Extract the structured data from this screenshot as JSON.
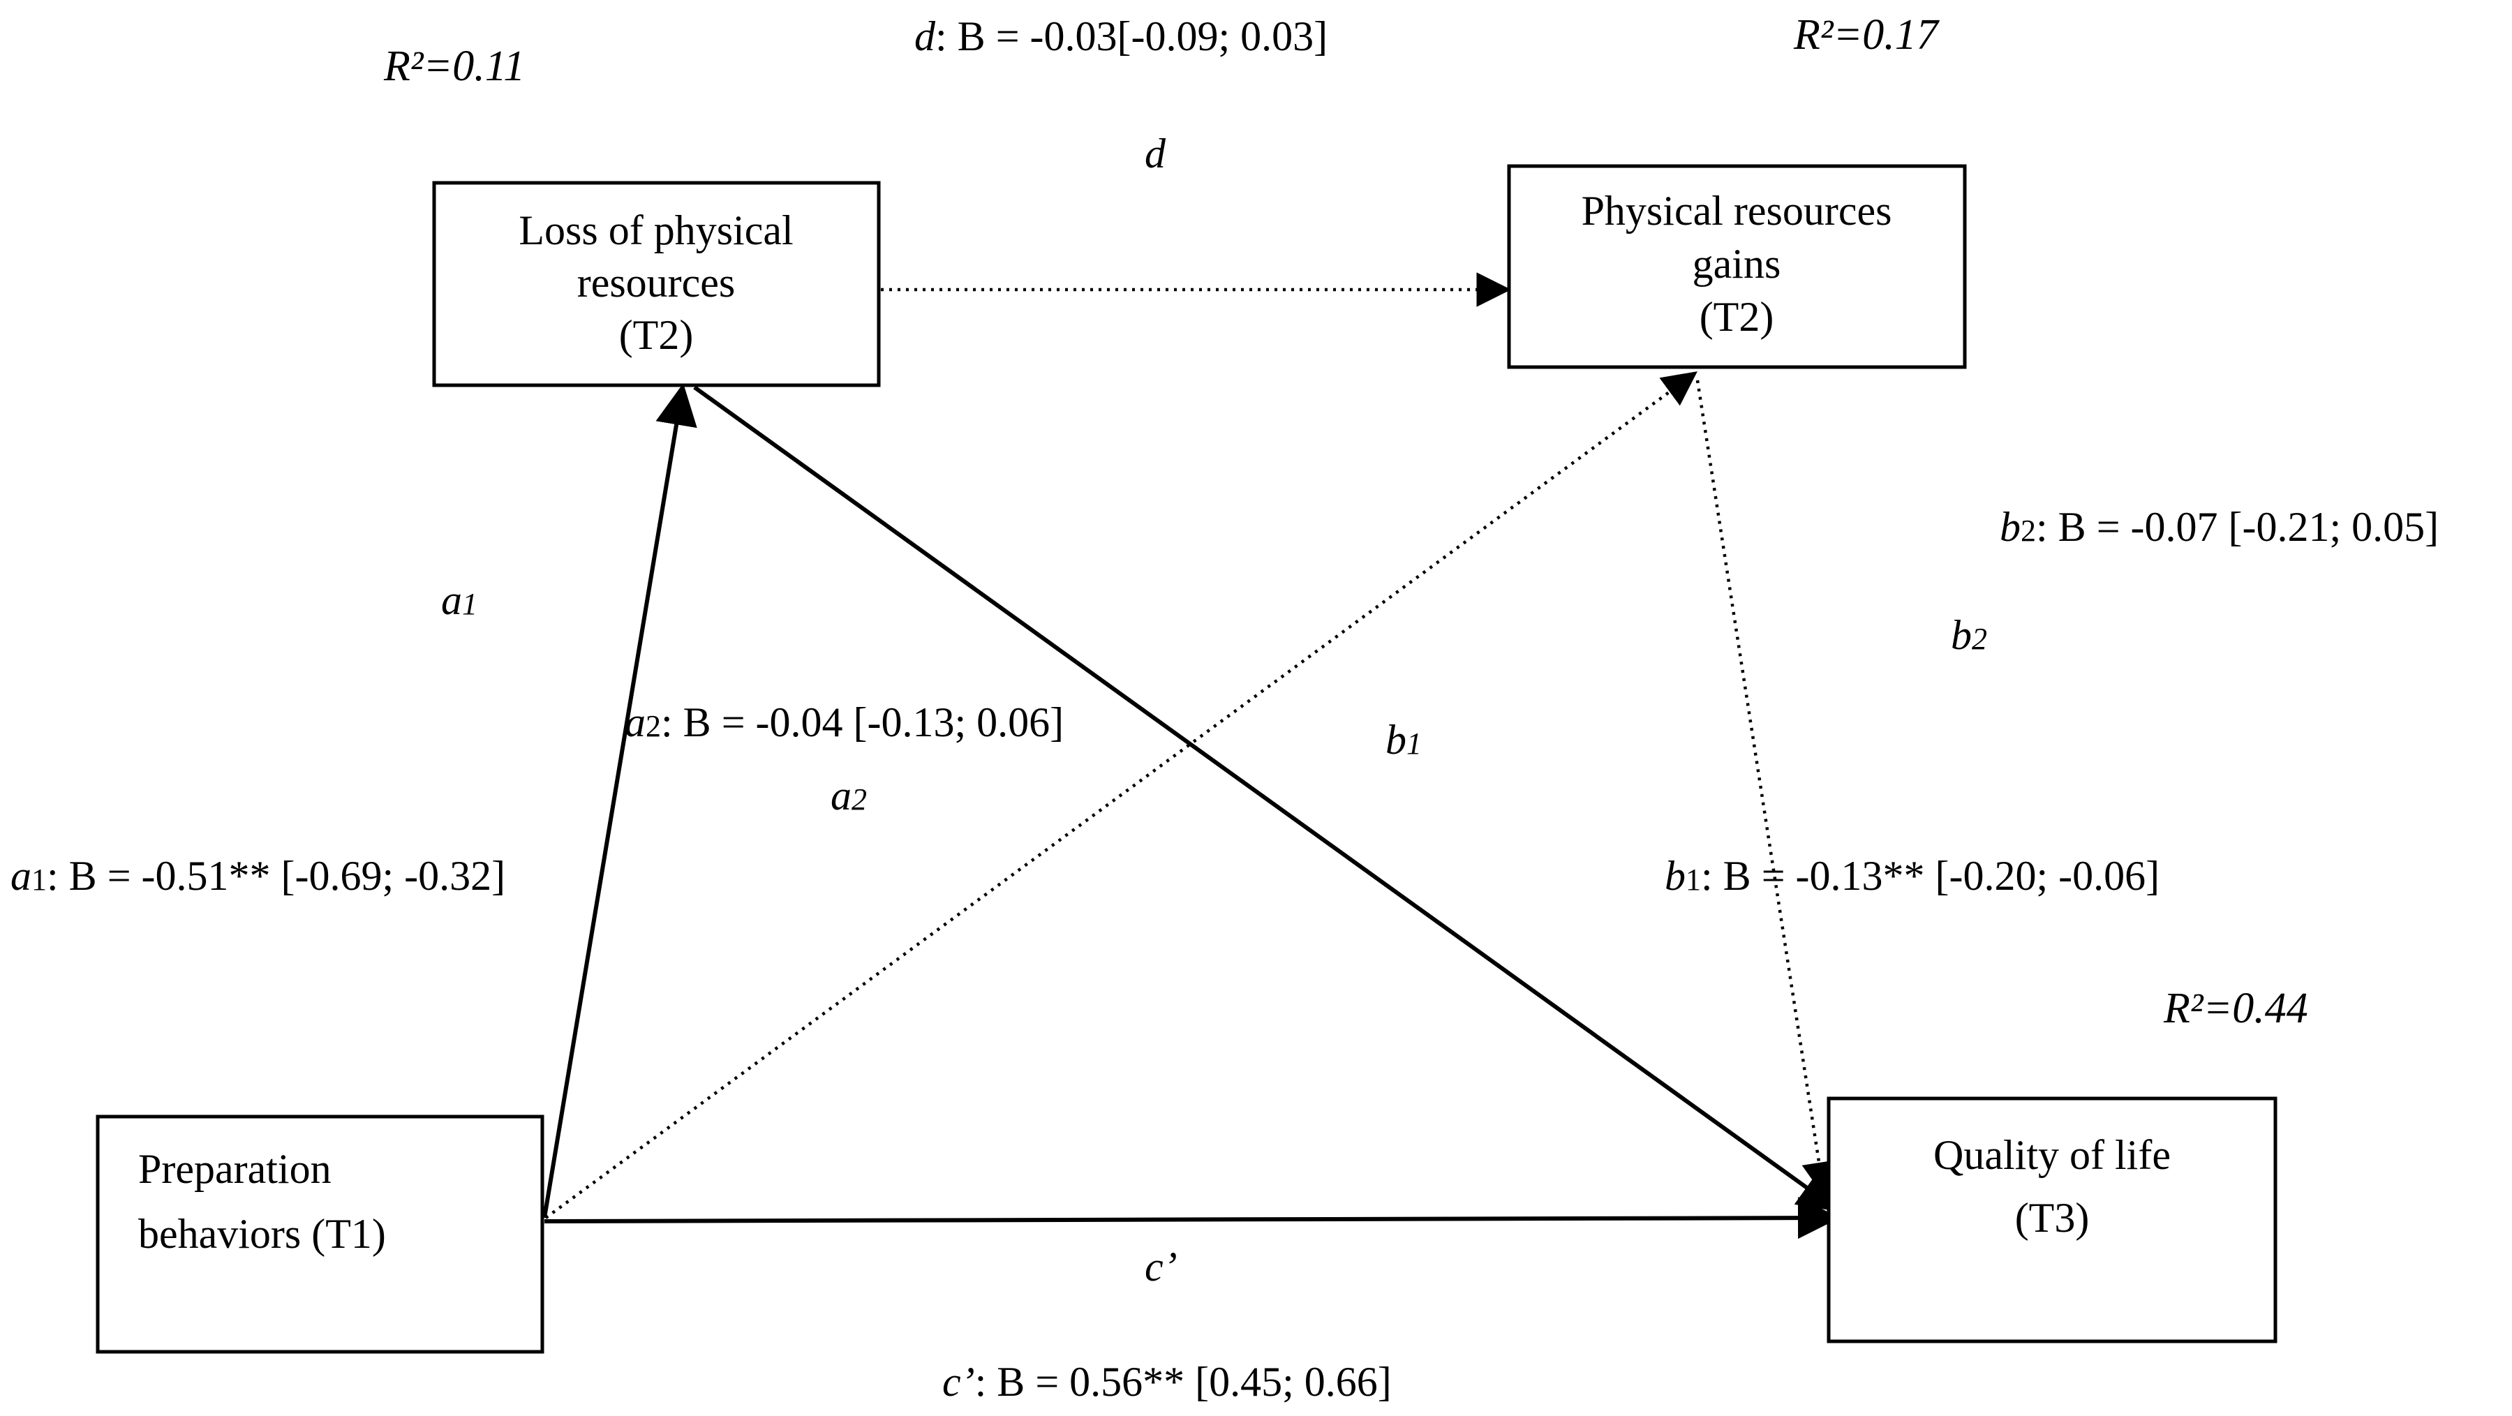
{
  "nodes": {
    "loss": {
      "lines": [
        "Loss of physical",
        "resources",
        "(T2)"
      ]
    },
    "gains": {
      "lines": [
        "Physical resources",
        "gains",
        "(T2)"
      ]
    },
    "prep": {
      "lines": [
        "Preparation",
        "behaviors (T1)"
      ]
    },
    "qol": {
      "lines": [
        "Quality of life",
        "(T3)"
      ]
    }
  },
  "r_squared": {
    "loss": "R²=0.11",
    "gains": "R²=0.17",
    "qol": "R²=0.44"
  },
  "paths": {
    "d": {
      "name": "d",
      "estimate": "B = -0.03[-0.09; 0.03]",
      "significant": false
    },
    "a1": {
      "name": "a",
      "sub": "1",
      "estimate": "B = -0.51** [-0.69; -0.32]",
      "significant": true
    },
    "a2": {
      "name": "a",
      "sub": "2",
      "estimate": "B = -0.04 [-0.13; 0.06]",
      "significant": false
    },
    "b1": {
      "name": "b",
      "sub": "1",
      "estimate": "B = -0.13** [-0.20; -0.06]",
      "significant": true
    },
    "b2": {
      "name": "b",
      "sub": "2",
      "estimate": "B = -0.07 [-0.21; 0.05]",
      "significant": false
    },
    "c_prime": {
      "name": "c’",
      "estimate": "B = 0.56** [0.45; 0.66]",
      "significant": true
    }
  },
  "colors": {
    "ink": "#000000",
    "background": "#ffffff"
  }
}
